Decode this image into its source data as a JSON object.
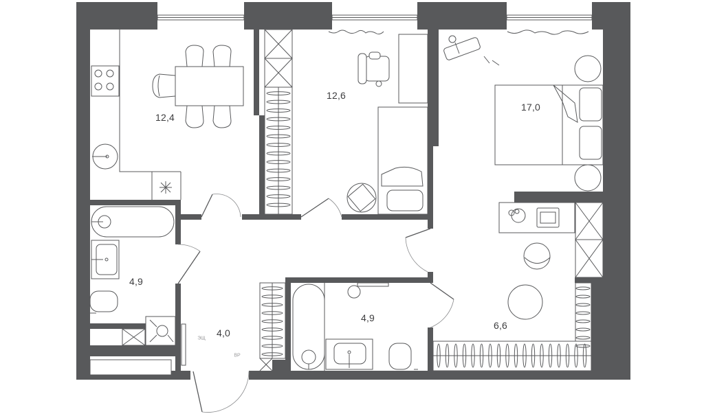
{
  "rooms": [
    {
      "id": "kitchen",
      "area": "12,4"
    },
    {
      "id": "bedroom-small",
      "area": "12,6"
    },
    {
      "id": "bedroom-large",
      "area": "17,0"
    },
    {
      "id": "bathroom-left",
      "area": "4,9"
    },
    {
      "id": "hallway",
      "area": "4,0"
    },
    {
      "id": "bathroom-center",
      "area": "4,9"
    },
    {
      "id": "living-hall",
      "area": "6,6"
    }
  ],
  "meters": {
    "electric": "ЭЩ",
    "water": "ВР"
  },
  "colors": {
    "wall": "#58595b",
    "background": "#ffffff",
    "text": "#3d3d3f"
  }
}
